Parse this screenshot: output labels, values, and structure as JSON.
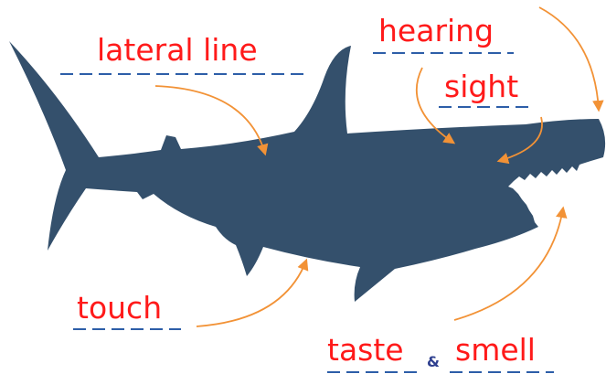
{
  "labels": {
    "lateral_line": "lateral line",
    "hearing": "hearing",
    "sight": "sight",
    "touch": "touch",
    "taste": "taste",
    "ampersand": "&",
    "smell": "smell"
  },
  "colors": {
    "shark": "#34506c",
    "label_text": "#ff1a1a",
    "dashes": "#2d5ea8",
    "arrows": "#f29236",
    "ampersand": "#2e3f8f"
  }
}
